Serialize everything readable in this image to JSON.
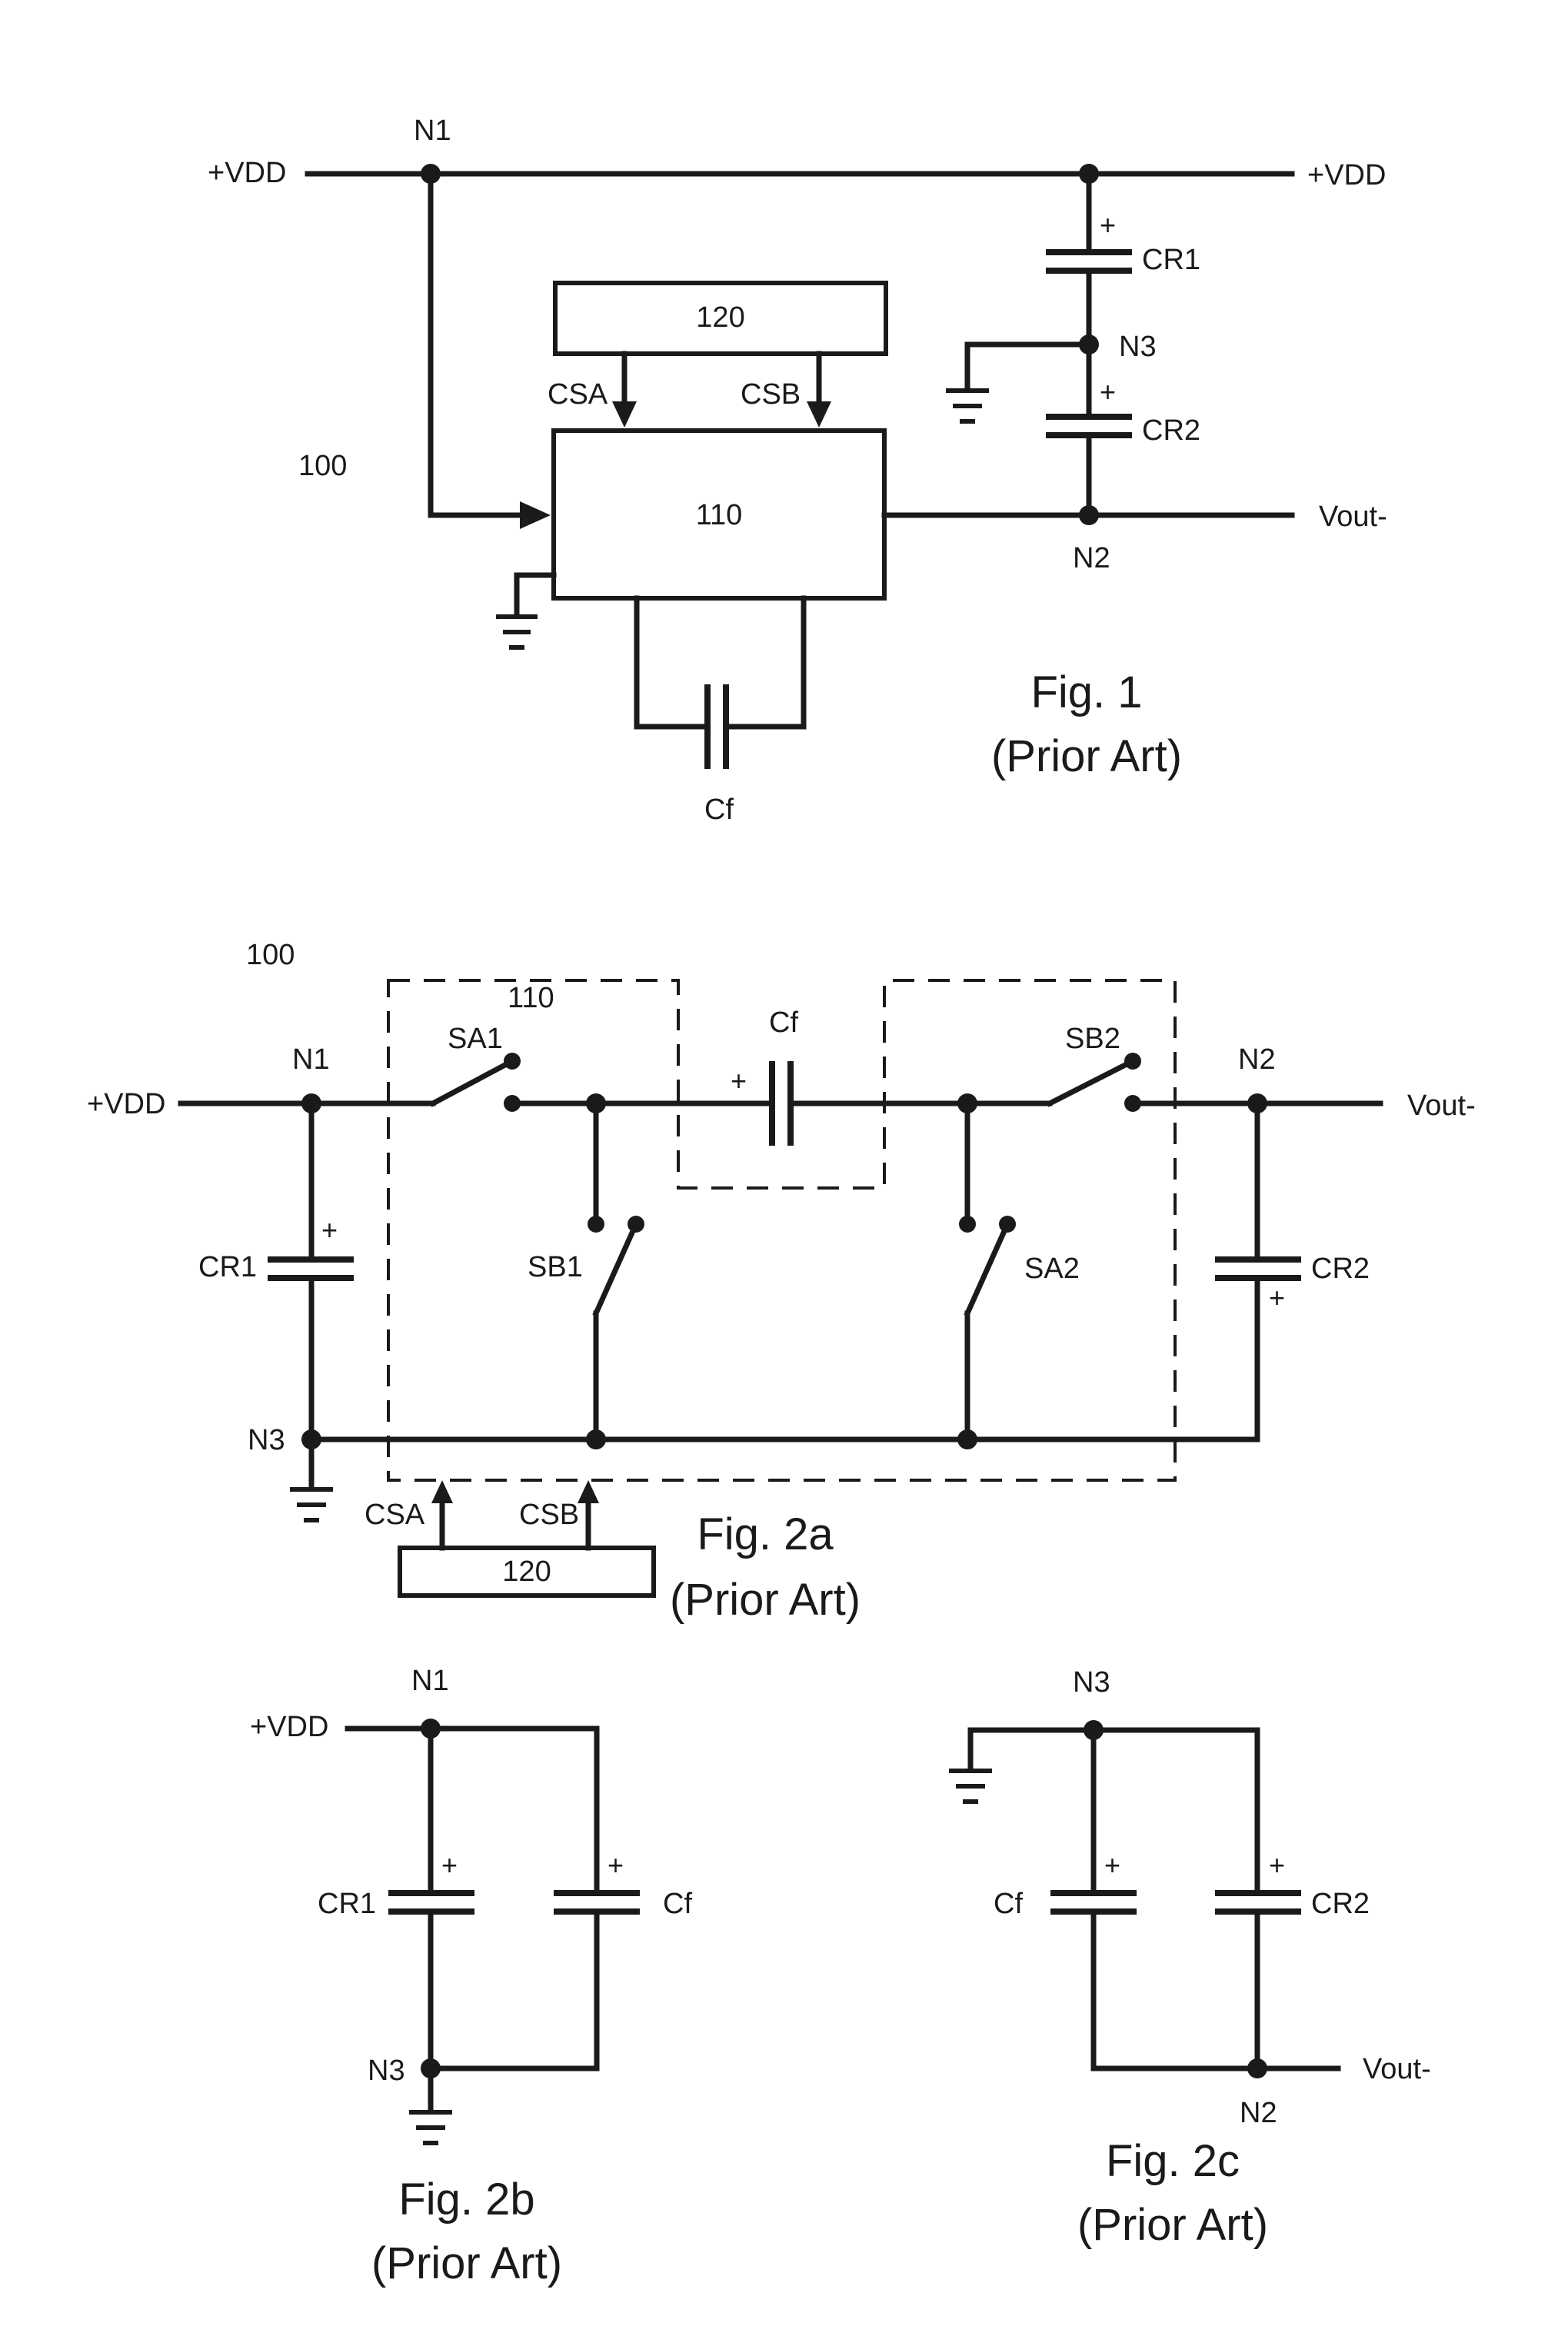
{
  "fig1": {
    "ref_100": "100",
    "block_120": "120",
    "block_110": "110",
    "vdd_left": "+VDD",
    "vdd_right": "+VDD",
    "n1": "N1",
    "n2": "N2",
    "n3": "N3",
    "cr1": "CR1",
    "cr2": "CR2",
    "cf": "Cf",
    "csa": "CSA",
    "csb": "CSB",
    "vout": "Vout-",
    "plus": "+",
    "caption": "Fig. 1",
    "caption_sub": "(Prior Art)"
  },
  "fig2a": {
    "ref_100": "100",
    "block_110": "110",
    "block_120": "120",
    "vdd": "+VDD",
    "n1": "N1",
    "n2": "N2",
    "n3": "N3",
    "sa1": "SA1",
    "sa2": "SA2",
    "sb1": "SB1",
    "sb2": "SB2",
    "cf": "Cf",
    "cr1": "CR1",
    "cr2": "CR2",
    "csa": "CSA",
    "csb": "CSB",
    "vout": "Vout-",
    "plus": "+",
    "caption": "Fig. 2a",
    "caption_sub": "(Prior Art)"
  },
  "fig2b": {
    "vdd": "+VDD",
    "n1": "N1",
    "n3": "N3",
    "cr1": "CR1",
    "cf": "Cf",
    "plus": "+",
    "caption": "Fig. 2b",
    "caption_sub": "(Prior Art)"
  },
  "fig2c": {
    "n3": "N3",
    "n2": "N2",
    "cf": "Cf",
    "cr2": "CR2",
    "vout": "Vout-",
    "plus": "+",
    "caption": "Fig. 2c",
    "caption_sub": "(Prior Art)"
  }
}
